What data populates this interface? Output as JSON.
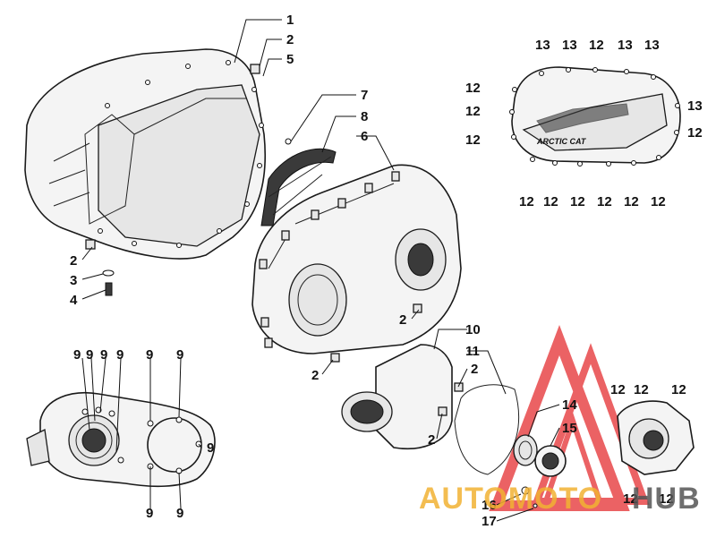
{
  "watermark": {
    "brand_part1": "AUTOMOTO",
    "brand_part2": "HUB",
    "color_gold": "#f2b233",
    "color_dark": "#555555",
    "color_red": "#e8474a"
  },
  "emblem_text": "ARCTIC CAT",
  "callouts": {
    "c1": "1",
    "c2a": "2",
    "c5": "5",
    "c2b": "2",
    "c3": "3",
    "c4": "4",
    "c7": "7",
    "c8": "8",
    "c6": "6",
    "c2c": "2",
    "c2d": "2",
    "c10": "10",
    "c11": "11",
    "c2e": "2",
    "c2f": "2",
    "c14": "14",
    "c15": "15",
    "c16": "16",
    "c17": "17",
    "tr13a": "13",
    "tr13b": "13",
    "tr12a": "12",
    "tr13c": "13",
    "tr13d": "13",
    "tr12b": "12",
    "tr12c": "12",
    "tr12d": "12",
    "tr13e": "13",
    "tr12e": "12",
    "tr12f": "12",
    "tr12g": "12",
    "tr12h": "12",
    "tr12i": "12",
    "tr12j": "12",
    "tr12k": "12",
    "bl9a": "9",
    "bl9b": "9",
    "bl9c": "9",
    "bl9d": "9",
    "bl9e": "9",
    "bl9f": "9",
    "bl9g": "9",
    "bl9h": "9",
    "bl9i": "9",
    "br12a": "12",
    "br12b": "12",
    "br12c": "12",
    "br12d": "12",
    "br12e": "12"
  }
}
